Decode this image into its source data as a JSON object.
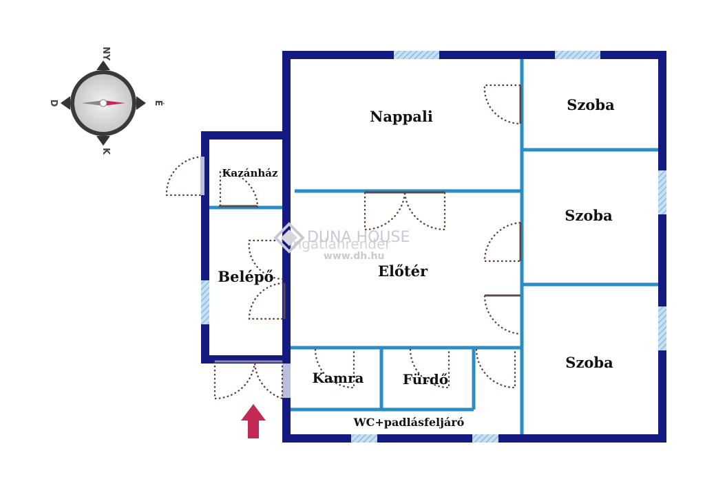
{
  "rooms": {
    "nappali": "Nappali",
    "szoba_1": "Szoba",
    "szoba_2": "Szoba",
    "szoba_3": "Szoba",
    "kazanhaz": "Kazánház",
    "belepo": "Belépő",
    "eloter": "Előtér",
    "kamra": "Kamra",
    "furdo": "Fürdő",
    "wc": "WC+padlásfeljáró"
  },
  "compass": {
    "north": "É",
    "south": "D",
    "east": "K",
    "west": "NY"
  },
  "watermark": {
    "brand": "DUNA HOUSE",
    "sub": "ingatlanrendér",
    "url": "www.dh.hu"
  },
  "colors": {
    "outer_wall": "#141a80",
    "inner_wall": "#2a8dc4",
    "window": "#9cc8e4",
    "door": "#5a3a2a",
    "entrance_arrow": "#c22a55"
  }
}
